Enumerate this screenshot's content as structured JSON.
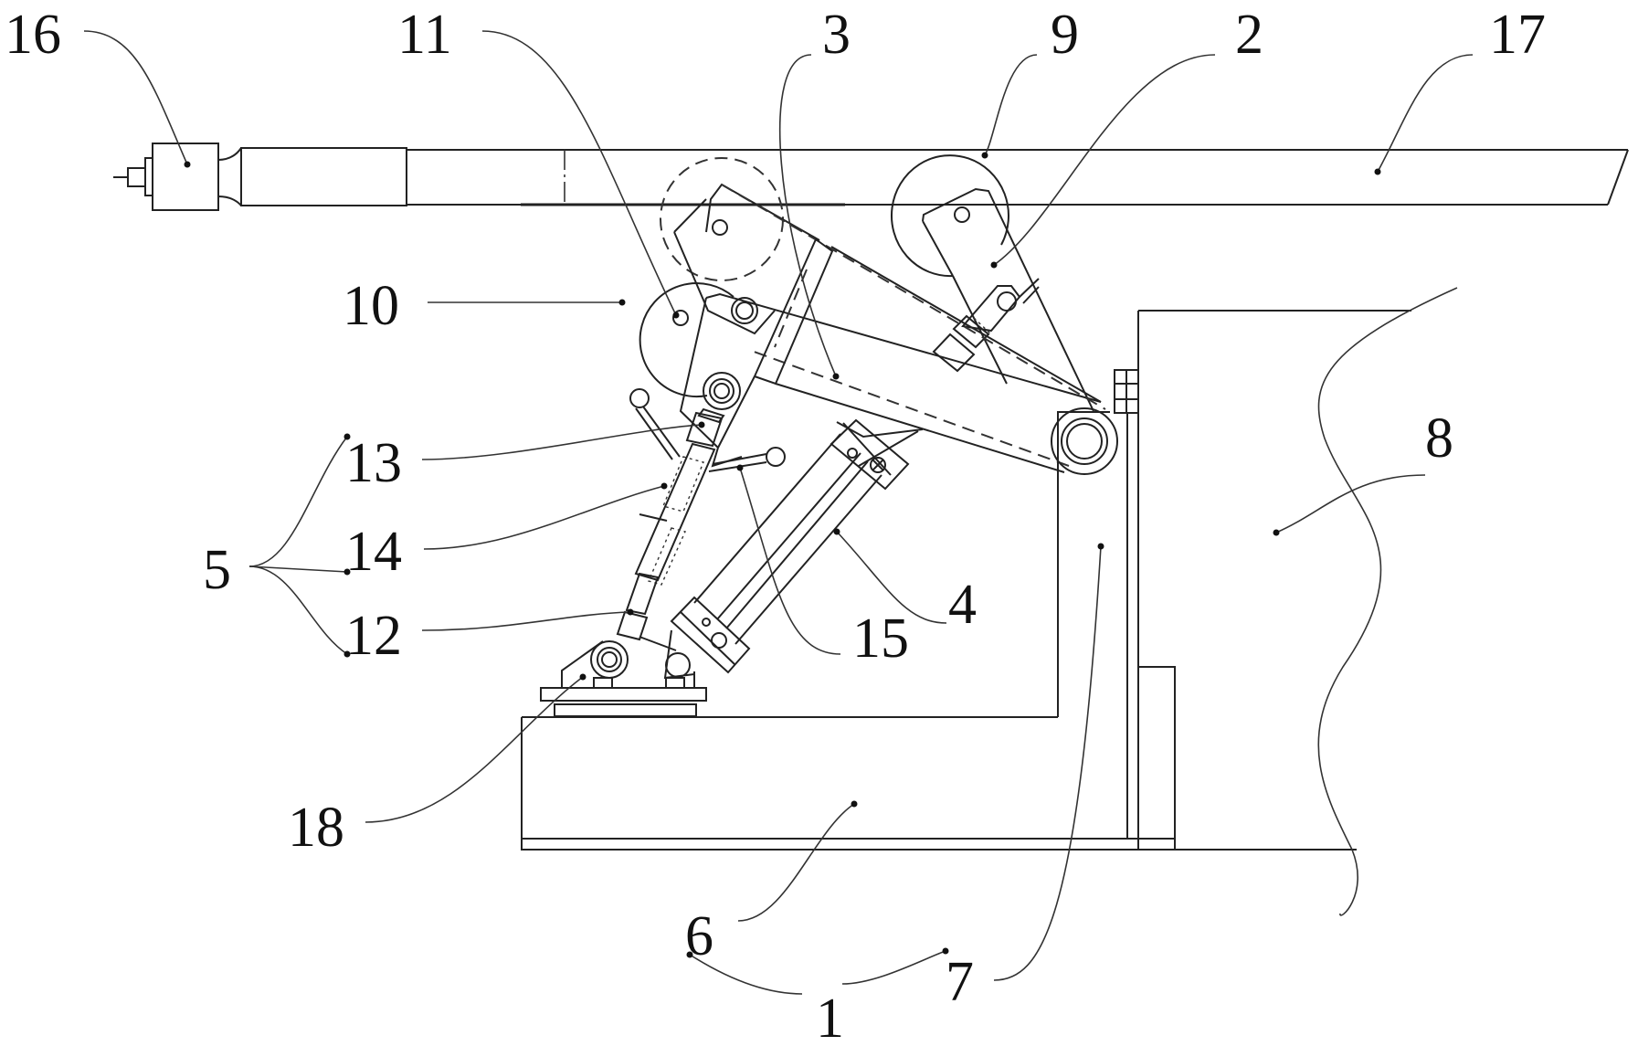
{
  "figure": {
    "type": "patent mechanical drawing",
    "description": "Side elevation of a tilting/lifting arm mechanism with hydraulic cylinder, turnbuckle assembly and base frame"
  },
  "labels": [
    {
      "id": "1",
      "text": "1"
    },
    {
      "id": "2",
      "text": "2"
    },
    {
      "id": "3",
      "text": "3"
    },
    {
      "id": "4",
      "text": "4"
    },
    {
      "id": "5",
      "text": "5"
    },
    {
      "id": "6",
      "text": "6"
    },
    {
      "id": "7",
      "text": "7"
    },
    {
      "id": "8",
      "text": "8"
    },
    {
      "id": "9",
      "text": "9"
    },
    {
      "id": "10",
      "text": "10"
    },
    {
      "id": "11",
      "text": "11"
    },
    {
      "id": "12",
      "text": "12"
    },
    {
      "id": "13",
      "text": "13"
    },
    {
      "id": "14",
      "text": "14"
    },
    {
      "id": "15",
      "text": "15"
    },
    {
      "id": "16",
      "text": "16"
    },
    {
      "id": "17",
      "text": "17"
    },
    {
      "id": "18",
      "text": "18"
    }
  ],
  "components": {
    "beam": "17",
    "end_fitting": "16",
    "wheel_right": "9",
    "wheel_left": "10",
    "link_right": "2",
    "main_arm": "3",
    "hydraulic_cylinder": "4",
    "turnbuckle_group": "5",
    "turnbuckle_parts": [
      "13",
      "14",
      "12"
    ],
    "base_block": "6",
    "vertical_frame": "7",
    "wall_section": "8",
    "link_left": "11",
    "handle_rod": "15",
    "base_bracket": "18",
    "assembly": "1"
  }
}
